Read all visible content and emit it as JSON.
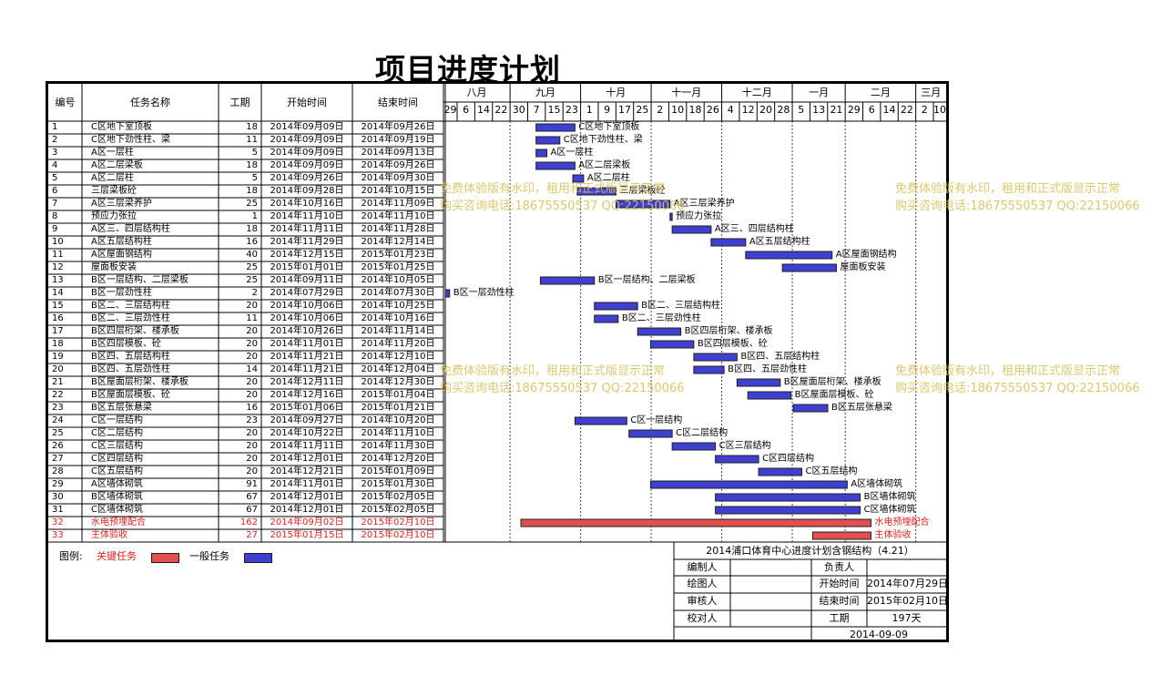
{
  "title": "项目进度计划",
  "colors": {
    "critical": "#e05050",
    "normal": "#3f3fd0",
    "critical_text": "#e02020",
    "watermark": "#d9c35f"
  },
  "columns": {
    "id": "编号",
    "name": "任务名称",
    "duration": "工期",
    "start": "开始时间",
    "end": "结束时间"
  },
  "months": [
    {
      "label": "八月",
      "days": [
        "29",
        "6",
        "14",
        "22"
      ]
    },
    {
      "label": "九月",
      "days": [
        "30",
        "7",
        "15",
        "23"
      ]
    },
    {
      "label": "十月",
      "days": [
        "1",
        "9",
        "17",
        "25"
      ]
    },
    {
      "label": "十一月",
      "days": [
        "2",
        "10",
        "18",
        "26"
      ]
    },
    {
      "label": "十二月",
      "days": [
        "4",
        "12",
        "20",
        "28"
      ]
    },
    {
      "label": "一月",
      "days": [
        "5",
        "13",
        "21"
      ]
    },
    {
      "label": "二月",
      "days": [
        "29",
        "6",
        "14",
        "22"
      ]
    },
    {
      "label": "三月",
      "days": [
        "2",
        "10"
      ]
    }
  ],
  "tasks": [
    {
      "id": "1",
      "name": "C区地下室顶板",
      "duration": "18",
      "start": "2014年09月09日",
      "end": "2014年09月26日",
      "bar_label": "C区地下室顶板",
      "type": "normal"
    },
    {
      "id": "2",
      "name": "C区地下劲性柱、梁",
      "duration": "11",
      "start": "2014年09月09日",
      "end": "2014年09月19日",
      "bar_label": "C区地下劲性柱、梁",
      "type": "normal"
    },
    {
      "id": "3",
      "name": "A区一层柱",
      "duration": "5",
      "start": "2014年09月09日",
      "end": "2014年09月13日",
      "bar_label": "A区一层柱",
      "type": "normal"
    },
    {
      "id": "4",
      "name": "A区二层梁板",
      "duration": "18",
      "start": "2014年09月09日",
      "end": "2014年09月26日",
      "bar_label": "A区二层梁板",
      "type": "normal"
    },
    {
      "id": "5",
      "name": "A区二层柱",
      "duration": "5",
      "start": "2014年09月26日",
      "end": "2014年09月30日",
      "bar_label": "A区二层柱",
      "type": "normal"
    },
    {
      "id": "6",
      "name": "三层梁板砼",
      "duration": "18",
      "start": "2014年09月28日",
      "end": "2014年10月15日",
      "bar_label": "三层梁板砼",
      "type": "normal"
    },
    {
      "id": "7",
      "name": "A区三层梁养护",
      "duration": "25",
      "start": "2014年10月16日",
      "end": "2014年11月09日",
      "bar_label": "A区三层梁养护",
      "type": "normal"
    },
    {
      "id": "8",
      "name": "预应力张拉",
      "duration": "1",
      "start": "2014年11月10日",
      "end": "2014年11月10日",
      "bar_label": "预应力张拉",
      "type": "normal"
    },
    {
      "id": "9",
      "name": "A区三、四层结构柱",
      "duration": "18",
      "start": "2014年11月11日",
      "end": "2014年11月28日",
      "bar_label": "A区三、四层结构柱",
      "type": "normal"
    },
    {
      "id": "10",
      "name": "A区五层结构柱",
      "duration": "16",
      "start": "2014年11月29日",
      "end": "2014年12月14日",
      "bar_label": "A区五层结构柱",
      "type": "normal"
    },
    {
      "id": "11",
      "name": "A区屋面钢结构",
      "duration": "40",
      "start": "2014年12月15日",
      "end": "2015年01月23日",
      "bar_label": "A区屋面钢结构",
      "type": "normal"
    },
    {
      "id": "12",
      "name": "屋面板安装",
      "duration": "25",
      "start": "2015年01月01日",
      "end": "2015年01月25日",
      "bar_label": "屋面板安装",
      "type": "normal"
    },
    {
      "id": "13",
      "name": "B区一层结构、二层梁板",
      "duration": "25",
      "start": "2014年09月11日",
      "end": "2014年10月05日",
      "bar_label": "B区一层结构、二层梁板",
      "type": "normal"
    },
    {
      "id": "14",
      "name": "B区一层劲性柱",
      "duration": "2",
      "start": "2014年07月29日",
      "end": "2014年07月30日",
      "bar_label": "B区一层劲性柱",
      "type": "normal"
    },
    {
      "id": "15",
      "name": "B区二、三层结构柱",
      "duration": "20",
      "start": "2014年10月06日",
      "end": "2014年10月25日",
      "bar_label": "B区二、三层结构柱",
      "type": "normal"
    },
    {
      "id": "16",
      "name": "B区二、三层劲性柱",
      "duration": "11",
      "start": "2014年10月06日",
      "end": "2014年10月16日",
      "bar_label": "B区二、三层劲性柱",
      "type": "normal"
    },
    {
      "id": "17",
      "name": "B区四层桁架、楼承板",
      "duration": "20",
      "start": "2014年10月26日",
      "end": "2014年11月14日",
      "bar_label": "B区四层桁架、楼承板",
      "type": "normal"
    },
    {
      "id": "18",
      "name": "B区四层模板、砼",
      "duration": "20",
      "start": "2014年11月01日",
      "end": "2014年11月20日",
      "bar_label": "B区四层模板、砼",
      "type": "normal"
    },
    {
      "id": "19",
      "name": "B区四、五层结构柱",
      "duration": "20",
      "start": "2014年11月21日",
      "end": "2014年12月10日",
      "bar_label": "B区四、五层结构柱",
      "type": "normal"
    },
    {
      "id": "20",
      "name": "B区四、五层劲性柱",
      "duration": "14",
      "start": "2014年11月21日",
      "end": "2014年12月04日",
      "bar_label": "B区四、五层劲性柱",
      "type": "normal"
    },
    {
      "id": "21",
      "name": "B区屋面层桁架、楼承板",
      "duration": "20",
      "start": "2014年12月11日",
      "end": "2014年12月30日",
      "bar_label": "B区屋面层桁架、楼承板",
      "type": "normal"
    },
    {
      "id": "22",
      "name": "B区屋面层模板、砼",
      "duration": "20",
      "start": "2014年12月16日",
      "end": "2015年01月04日",
      "bar_label": "B区屋面层模板、砼",
      "type": "normal"
    },
    {
      "id": "23",
      "name": "B区五层张悬梁",
      "duration": "16",
      "start": "2015年01月06日",
      "end": "2015年01月21日",
      "bar_label": "B区五层张悬梁",
      "type": "normal"
    },
    {
      "id": "24",
      "name": "C区一层结构",
      "duration": "23",
      "start": "2014年09月27日",
      "end": "2014年10月20日",
      "bar_label": "C区一层结构",
      "type": "normal"
    },
    {
      "id": "25",
      "name": "C区二层结构",
      "duration": "20",
      "start": "2014年10月22日",
      "end": "2014年11月10日",
      "bar_label": "C区二层结构",
      "type": "normal"
    },
    {
      "id": "26",
      "name": "C区三层结构",
      "duration": "20",
      "start": "2014年11月11日",
      "end": "2014年11月30日",
      "bar_label": "C区三层结构",
      "type": "normal"
    },
    {
      "id": "27",
      "name": "C区四层结构",
      "duration": "20",
      "start": "2014年12月01日",
      "end": "2014年12月20日",
      "bar_label": "C区四层结构",
      "type": "normal"
    },
    {
      "id": "28",
      "name": "C区五层结构",
      "duration": "20",
      "start": "2014年12月21日",
      "end": "2015年01月09日",
      "bar_label": "C区五层结构",
      "type": "normal"
    },
    {
      "id": "29",
      "name": "A区墙体砌筑",
      "duration": "91",
      "start": "2014年11月01日",
      "end": "2015年01月30日",
      "bar_label": "A区墙体砌筑",
      "type": "normal"
    },
    {
      "id": "30",
      "name": "B区墙体砌筑",
      "duration": "67",
      "start": "2014年12月01日",
      "end": "2015年02月05日",
      "bar_label": "B区墙体砌筑",
      "type": "normal"
    },
    {
      "id": "31",
      "name": "C区墙体砌筑",
      "duration": "67",
      "start": "2014年12月01日",
      "end": "2015年02月05日",
      "bar_label": "C区墙体砌筑",
      "type": "normal"
    },
    {
      "id": "32",
      "name": "水电预埋配合",
      "duration": "162",
      "start": "2014年09月02日",
      "end": "2015年02月10日",
      "bar_label": "水电预埋配合",
      "type": "critical"
    },
    {
      "id": "33",
      "name": "主体验收",
      "duration": "27",
      "start": "2015年01月15日",
      "end": "2015年02月10日",
      "bar_label": "主体验收",
      "type": "critical"
    }
  ],
  "watermark": {
    "line1": "免费体验版有水印，租用和正式版显示正常",
    "line2": "购买咨询电话:18675550537 QQ:22150066"
  },
  "legend": {
    "label": "图例:",
    "critical": "关键任务",
    "normal": "一般任务"
  },
  "info": {
    "project": "2014浦口体育中心进度计划含钢结构（4.21）",
    "compiler": "编制人",
    "owner": "负责人",
    "drawer": "绘图人",
    "start_label": "开始时间",
    "start_value": "2014年07月29日",
    "reviewer": "审核人",
    "end_label": "结束时间",
    "end_value": "2015年02月10日",
    "checker": "校对人",
    "duration_label": "工期",
    "duration_value": "197天",
    "date": "2014-09-09"
  }
}
